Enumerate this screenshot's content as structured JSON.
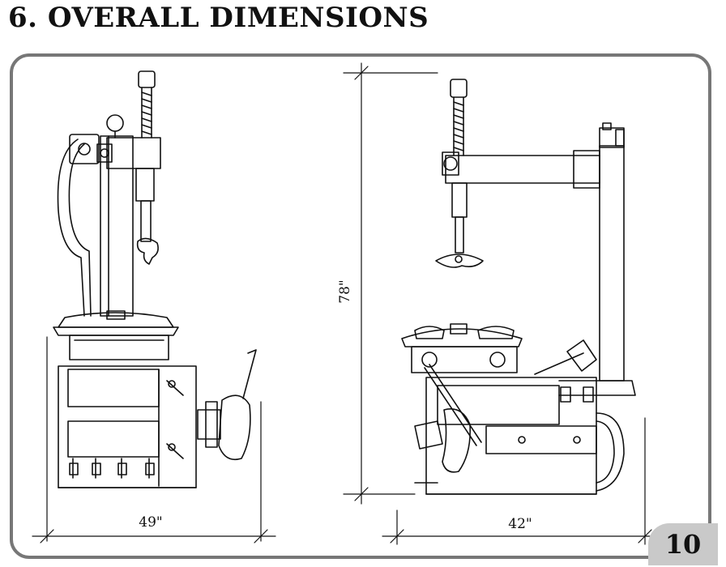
{
  "heading": "6. OVERALL DIMENSIONS",
  "dimensions": {
    "width_side_view": "49\"",
    "height": "78\"",
    "depth_front_view": "42\""
  },
  "page_number": "10"
}
